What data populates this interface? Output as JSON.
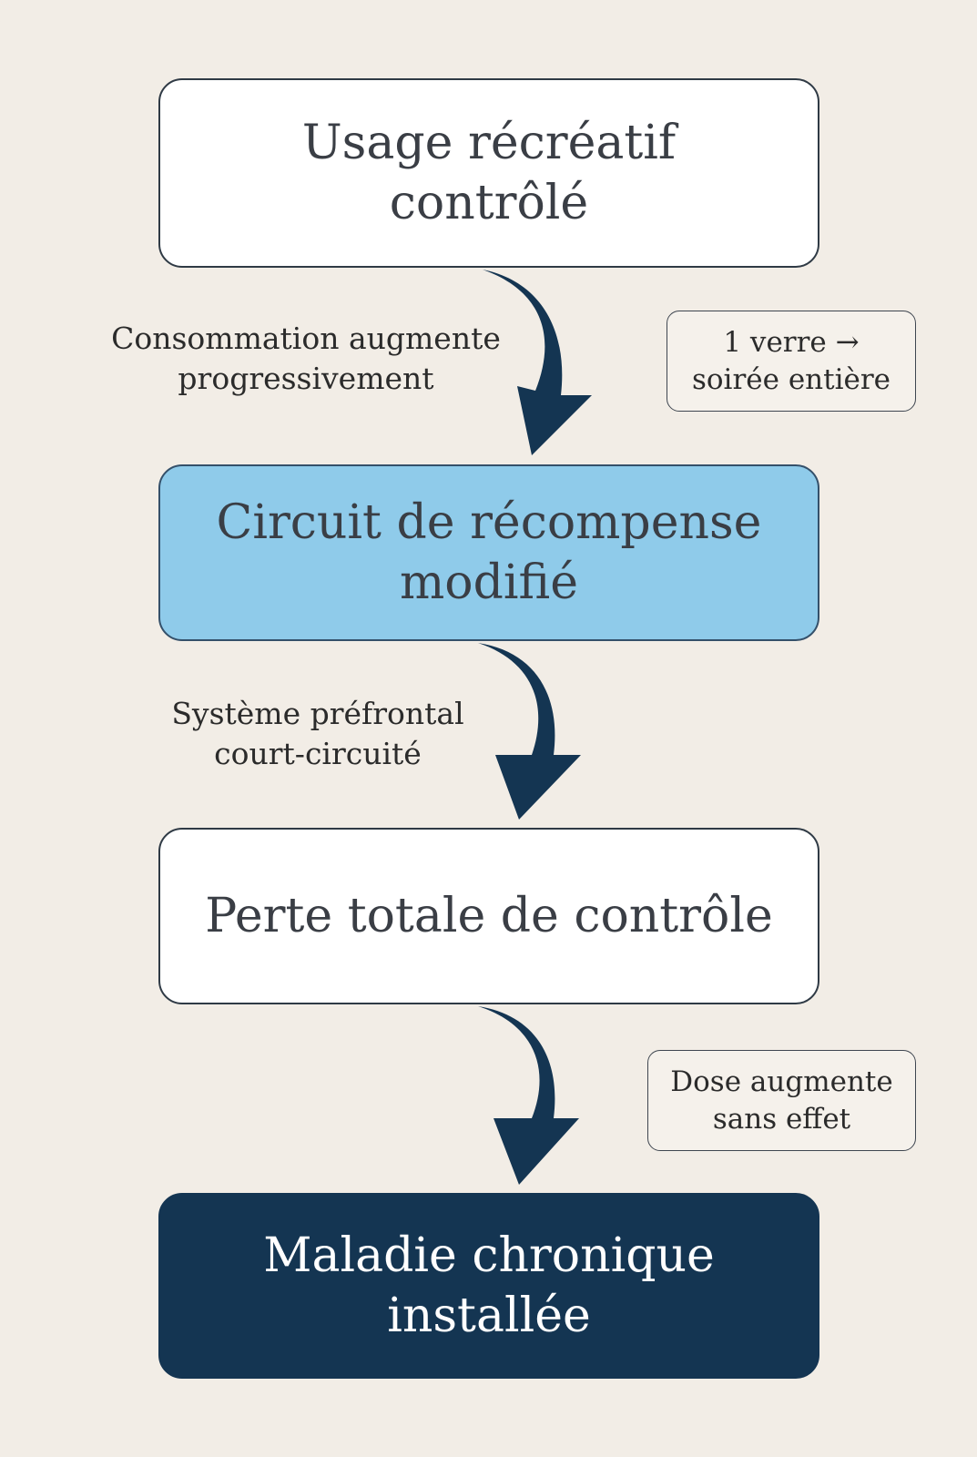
{
  "diagram": {
    "nodes": [
      {
        "id": "box1",
        "lines": [
          "Usage récréatif",
          "contrôlé"
        ]
      },
      {
        "id": "box2",
        "lines": [
          "Circuit de récompense",
          "modifié"
        ]
      },
      {
        "id": "box3",
        "lines": [
          "Perte totale de contrôle"
        ]
      },
      {
        "id": "box4",
        "lines": [
          "Maladie chronique",
          "installée"
        ]
      }
    ],
    "edge_labels": [
      {
        "lines": [
          "Consommation augmente",
          "progressivement"
        ]
      },
      {
        "lines": [
          "Système préfrontal",
          "court-circuité"
        ]
      }
    ],
    "notes": [
      {
        "lines": [
          "1 verre →",
          "soirée entière"
        ]
      },
      {
        "lines": [
          "Dose augmente",
          "sans effet"
        ]
      }
    ],
    "colors": {
      "background": "#f2ede6",
      "arrow": "#143552",
      "node_highlight": "#8fcbea",
      "node_dark": "#143552",
      "node_light": "#ffffff"
    }
  }
}
